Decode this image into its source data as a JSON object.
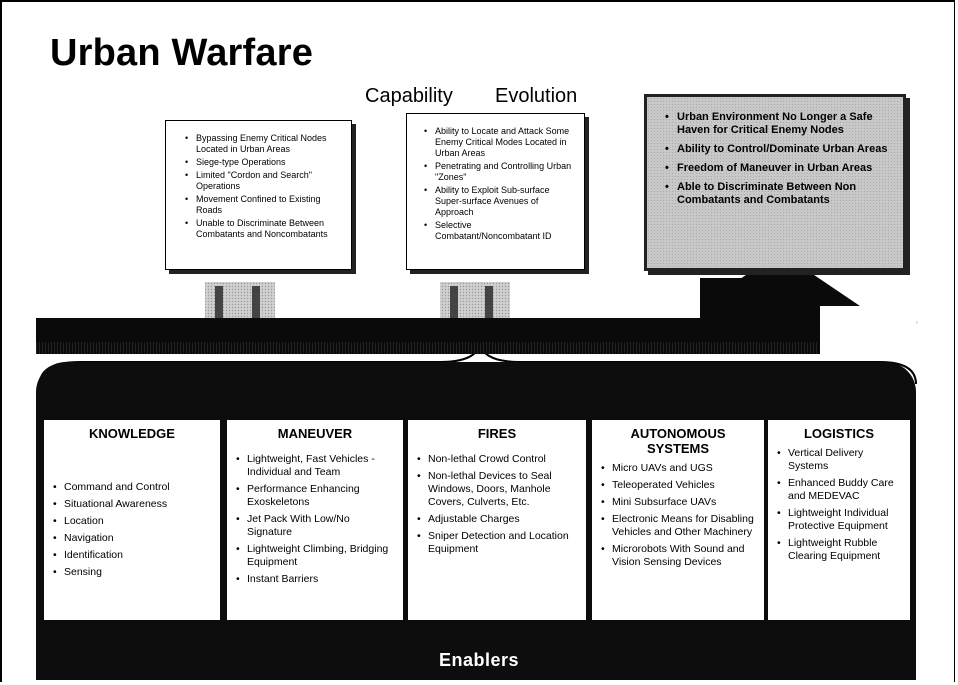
{
  "title": "Urban Warfare",
  "captions": {
    "capability": "Capability",
    "evolution": "Evolution"
  },
  "boxes": [
    {
      "items": [
        "Bypassing Enemy Critical Nodes Located in Urban Areas",
        "Siege-type Operations",
        "Limited \"Cordon and Search\" Operations",
        "Movement Confined to Existing Roads",
        "Unable to Discriminate Between Combatants and Noncombatants"
      ]
    },
    {
      "items": [
        "Ability to Locate and Attack Some Enemy Critical Modes Located in Urban Areas",
        "Penetrating and Controlling Urban \"Zones\"",
        "Ability to Exploit Sub-surface Super-surface Avenues of Approach",
        "Selective Combatant/Noncombatant ID"
      ]
    },
    {
      "items": [
        "Urban Environment No Longer a Safe Haven for Critical Enemy Nodes",
        "Ability to Control/Dominate Urban Areas",
        "Freedom of Maneuver in Urban Areas",
        "Able to Discriminate Between Non Combatants and Combatants"
      ]
    }
  ],
  "enablers": {
    "label": "Enablers",
    "columns": [
      {
        "heading": "KNOWLEDGE",
        "items": [
          "Command and Control",
          "Situational Awareness",
          "Location",
          "Navigation",
          "Identification",
          "Sensing"
        ]
      },
      {
        "heading": "MANEUVER",
        "items": [
          "Lightweight, Fast Vehicles - Individual and Team",
          "Performance Enhancing Exoskeletons",
          "Jet Pack With Low/No Signature",
          "Lightweight Climbing, Bridging Equipment",
          "Instant Barriers"
        ]
      },
      {
        "heading": "FIRES",
        "items": [
          "Non-lethal Crowd Control",
          "Non-lethal Devices to Seal Windows, Doors, Manhole Covers, Culverts, Etc.",
          "Adjustable Charges",
          "Sniper Detection and Location Equipment"
        ]
      },
      {
        "heading": "AUTONOMOUS SYSTEMS",
        "items": [
          "Micro UAVs and UGS",
          "Teleoperated Vehicles",
          "Mini Subsurface UAVs",
          "Electronic Means for Disabling Vehicles and Other Machinery",
          "Microrobots With Sound and Vision Sensing Devices"
        ]
      },
      {
        "heading": "LOGISTICS",
        "items": [
          "Vertical Delivery Systems",
          "Enhanced Buddy Care and MEDEVAC",
          "Lightweight Individual Protective Equipment",
          "Lightweight Rubble Clearing Equipment"
        ]
      }
    ]
  },
  "colors": {
    "dark": "#0d0d0d",
    "box3_fill": "#c8c8c8"
  }
}
